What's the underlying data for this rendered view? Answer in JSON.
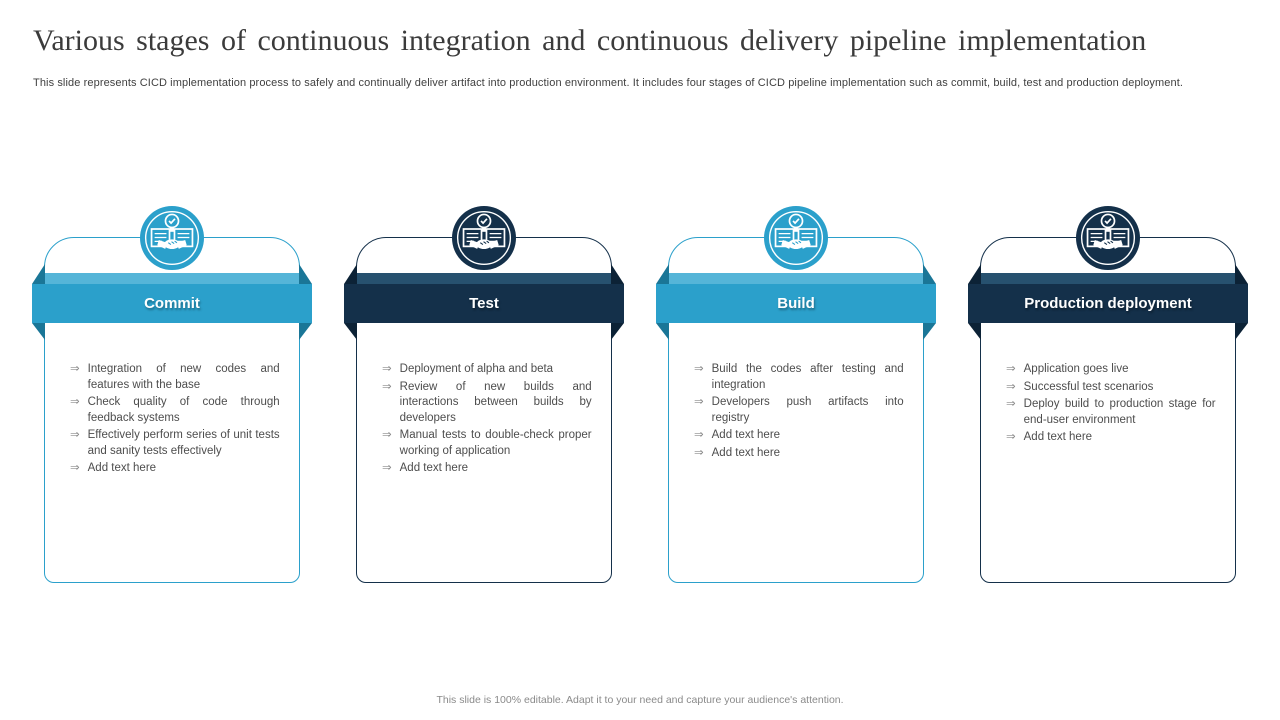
{
  "slide": {
    "title": "Various stages of continuous integration and continuous delivery pipeline implementation",
    "subtitle": "This slide represents CICD implementation process to safely and continually deliver artifact into production environment. It includes four stages of CICD pipeline implementation such as commit, build, test and production deployment.",
    "footer": "This slide is 100% editable. Adapt it to your need and capture your audience's attention."
  },
  "colors": {
    "teal": "#2BA0CB",
    "teal_light": "#55B5D8",
    "teal_dark": "#1A7697",
    "navy": "#14304A",
    "navy_light": "#27516F",
    "navy_dark": "#0C2236",
    "header_text": "#FFFFFF",
    "body_text": "#4D4D4D",
    "title_text": "#3B3B3B",
    "footer_text": "#8A8A8A"
  },
  "bullet_marker": "⇒",
  "icon": "document-handshake-check-icon",
  "stages": [
    {
      "name": "Commit",
      "theme": "teal",
      "bullets": [
        "Integration of new codes and features with the base",
        "Check quality of code through feedback systems",
        "Effectively perform series of unit tests and sanity tests effectively",
        "Add text here"
      ]
    },
    {
      "name": "Test",
      "theme": "navy",
      "bullets": [
        "Deployment of alpha and beta",
        "Review of new builds and interactions between builds by developers",
        "Manual tests to double-check proper working of application",
        "Add text here"
      ]
    },
    {
      "name": "Build",
      "theme": "teal",
      "bullets": [
        "Build the codes after testing and integration",
        "Developers push artifacts into registry",
        "Add text here",
        "Add text here"
      ]
    },
    {
      "name": "Production deployment",
      "theme": "navy",
      "bullets": [
        "Application goes live",
        "Successful test scenarios",
        "Deploy build to production stage for end-user environment",
        "Add text here"
      ]
    }
  ]
}
